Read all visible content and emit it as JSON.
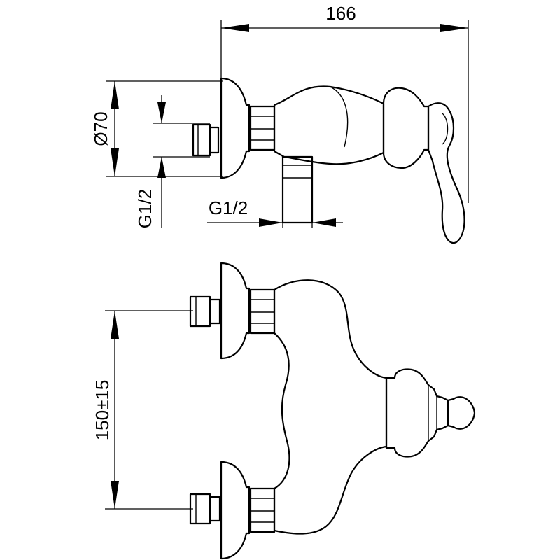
{
  "dimensions": {
    "overall_width": "166",
    "body_diameter": "Ø70",
    "inlet_thread": "G1/2",
    "outlet_thread": "G1/2",
    "inlet_spacing": "150±15"
  },
  "colors": {
    "line": "#000000",
    "background": "#ffffff"
  }
}
